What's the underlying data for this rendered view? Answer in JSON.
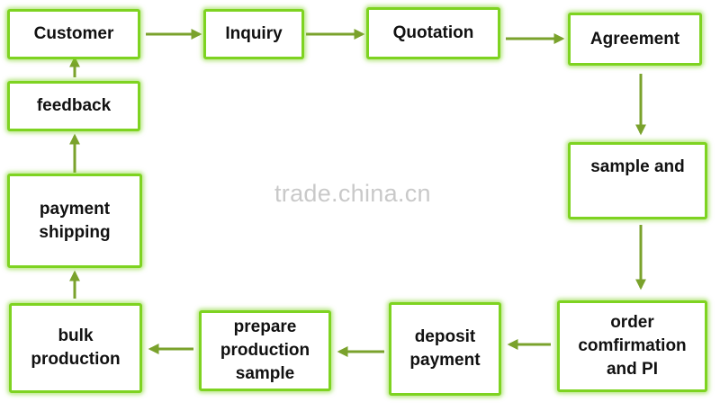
{
  "nodes": {
    "customer": "Customer",
    "inquiry": "Inquiry",
    "quotation": "Quotation",
    "agreement": "Agreement",
    "sample": "sample and",
    "order": "order\ncomfirmation\nand PI",
    "deposit": "deposit\npayment",
    "prepare": "prepare\nproduction\nsample",
    "bulk": "bulk\nproduction",
    "payment": "payment\nshipping",
    "feedback": "feedback"
  },
  "watermark": "trade.china.cn",
  "colors": {
    "border": "#7ed321",
    "arrow": "#7aa22c"
  }
}
